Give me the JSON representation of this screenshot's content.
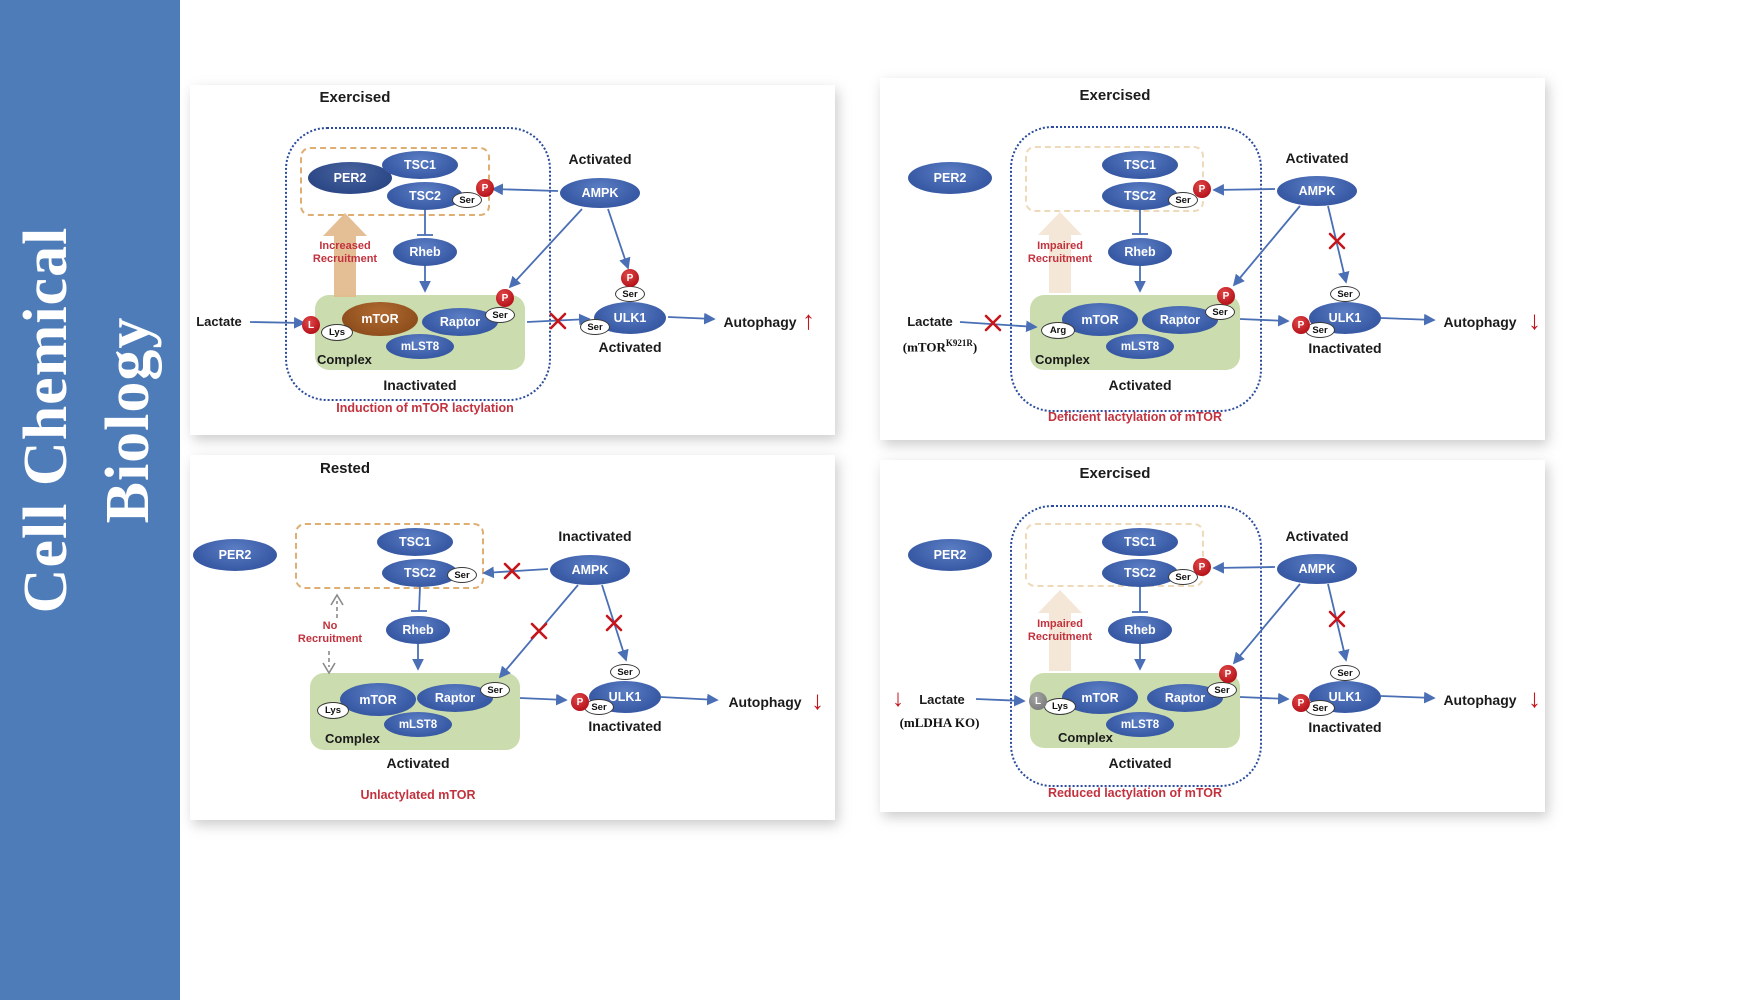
{
  "sidebar": {
    "line1": "Cell Chemical",
    "line2": "Biology"
  },
  "colors": {
    "sidebar_blue": "#4d7cb8",
    "node_blue": "#3a5ba6",
    "per2_dark_blue": "#2e4a88",
    "mtor_brown": "#9a5b28",
    "complex_green": "#cbdcae",
    "phospho_red": "#c4161c",
    "caption_red": "#c2323e",
    "arrow_blue": "#4a6fb5",
    "recruitment_tan": "#e2b98c",
    "boundary_blue": "#2b4c9c"
  },
  "panels": [
    {
      "title": "Exercised",
      "per2": "PER2",
      "tsc1": "TSC1",
      "tsc2": "TSC2",
      "tsc2_site": "Ser",
      "tsc2_p": "P",
      "ampk": "AMPK",
      "ampk_state": "Activated",
      "recruitment_line1": "Increased",
      "recruitment_line2": "Recruitment",
      "rheb": "Rheb",
      "mtor": "mTOR",
      "mtor_site": "Lys",
      "mtor_mark": "L",
      "raptor": "Raptor",
      "raptor_site": "Ser",
      "raptor_p": "P",
      "mlst8": "mLST8",
      "complex": "Complex",
      "complex_state": "Inactivated",
      "lactate": "Lactate",
      "ulk1": "ULK1",
      "ulk1_top_site": "Ser",
      "ulk1_top_p": "P",
      "ulk1_side_site": "Ser",
      "ulk1_state": "Activated",
      "autophagy": "Autophagy",
      "autophagy_dir": "↑",
      "caption": "Induction of mTOR lactylation"
    },
    {
      "title": "Exercised",
      "per2": "PER2",
      "tsc1": "TSC1",
      "tsc2": "TSC2",
      "tsc2_site": "Ser",
      "tsc2_p": "P",
      "ampk": "AMPK",
      "ampk_state": "Activated",
      "recruitment_line1": "Impaired",
      "recruitment_line2": "Recruitment",
      "rheb": "Rheb",
      "mtor": "mTOR",
      "mtor_site": "Arg",
      "raptor": "Raptor",
      "raptor_site": "Ser",
      "raptor_p": "P",
      "mlst8": "mLST8",
      "complex": "Complex",
      "complex_state": "Activated",
      "lactate": "Lactate",
      "lactate_sub_pre": "(mTOR",
      "lactate_sub_sup": "K921R",
      "lactate_sub_post": ")",
      "ulk1": "ULK1",
      "ulk1_top_site": "Ser",
      "ulk1_side_p": "P",
      "ulk1_side_site": "Ser",
      "ulk1_state": "Inactivated",
      "autophagy": "Autophagy",
      "autophagy_dir": "↓",
      "caption": "Deficient lactylation of mTOR"
    },
    {
      "title": "Rested",
      "per2": "PER2",
      "tsc1": "TSC1",
      "tsc2": "TSC2",
      "tsc2_site": "Ser",
      "ampk": "AMPK",
      "ampk_state": "Inactivated",
      "recruitment_line1": "No",
      "recruitment_line2": "Recruitment",
      "rheb": "Rheb",
      "mtor": "mTOR",
      "mtor_site": "Lys",
      "raptor": "Raptor",
      "raptor_site": "Ser",
      "mlst8": "mLST8",
      "complex": "Complex",
      "complex_state": "Activated",
      "ulk1": "ULK1",
      "ulk1_top_site": "Ser",
      "ulk1_side_p": "P",
      "ulk1_side_site": "Ser",
      "ulk1_state": "Inactivated",
      "autophagy": "Autophagy",
      "autophagy_dir": "↓",
      "caption": "Unlactylated mTOR"
    },
    {
      "title": "Exercised",
      "per2": "PER2",
      "tsc1": "TSC1",
      "tsc2": "TSC2",
      "tsc2_site": "Ser",
      "tsc2_p": "P",
      "ampk": "AMPK",
      "ampk_state": "Activated",
      "recruitment_line1": "Impaired",
      "recruitment_line2": "Recruitment",
      "rheb": "Rheb",
      "mtor": "mTOR",
      "mtor_site": "Lys",
      "mtor_mark": "L",
      "raptor": "Raptor",
      "raptor_site": "Ser",
      "raptor_p": "P",
      "mlst8": "mLST8",
      "complex": "Complex",
      "complex_state": "Activated",
      "lactate": "Lactate",
      "lactate_dir": "↓",
      "lactate_sub": "(mLDHA KO)",
      "ulk1": "ULK1",
      "ulk1_top_site": "Ser",
      "ulk1_side_p": "P",
      "ulk1_side_site": "Ser",
      "ulk1_state": "Inactivated",
      "autophagy": "Autophagy",
      "autophagy_dir": "↓",
      "caption": "Reduced lactylation of mTOR"
    }
  ]
}
